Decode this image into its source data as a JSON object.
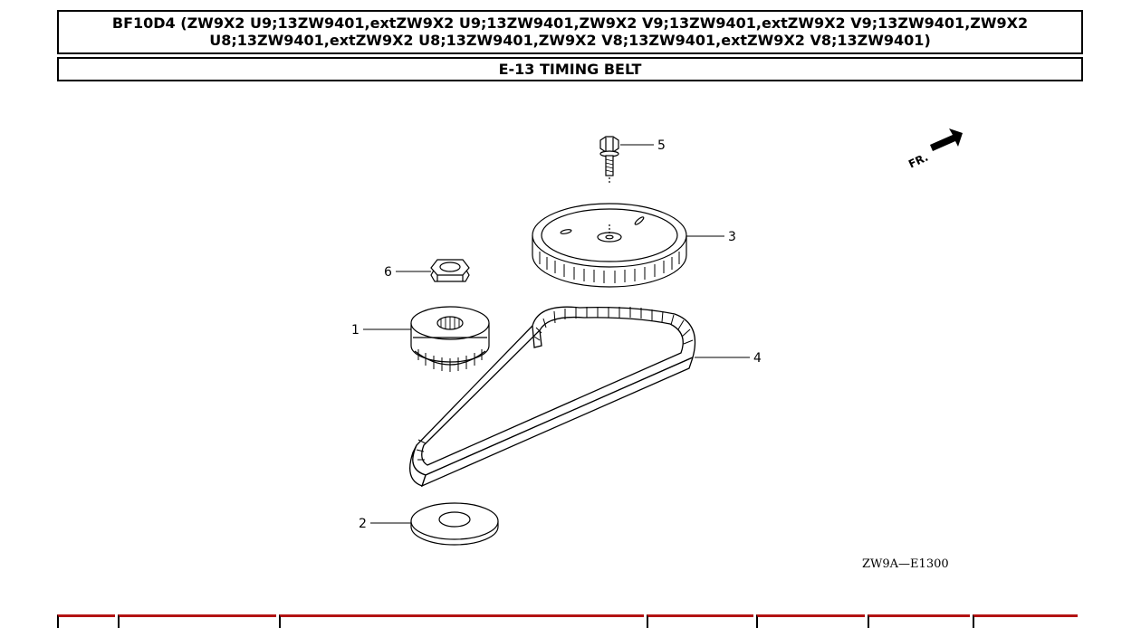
{
  "header": {
    "model_line": "BF10D4 (ZW9X2 U9;13ZW9401,extZW9X2 U9;13ZW9401,ZW9X2 V9;13ZW9401,extZW9X2 V9;13ZW9401,ZW9X2 U8;13ZW9401,extZW9X2 U8;13ZW9401,ZW9X2 V8;13ZW9401,extZW9X2 V8;13ZW9401)",
    "section_title": "E-13 TIMING BELT"
  },
  "diagram": {
    "callouts": {
      "p1": "1",
      "p2": "2",
      "p3": "3",
      "p4": "4",
      "p5": "5",
      "p6": "6"
    },
    "direction_label": "FR.",
    "diagram_code": "ZW9A—E1300"
  },
  "colors": {
    "line": "#000000",
    "background": "#ffffff",
    "table_header_accent": "#b31212"
  }
}
